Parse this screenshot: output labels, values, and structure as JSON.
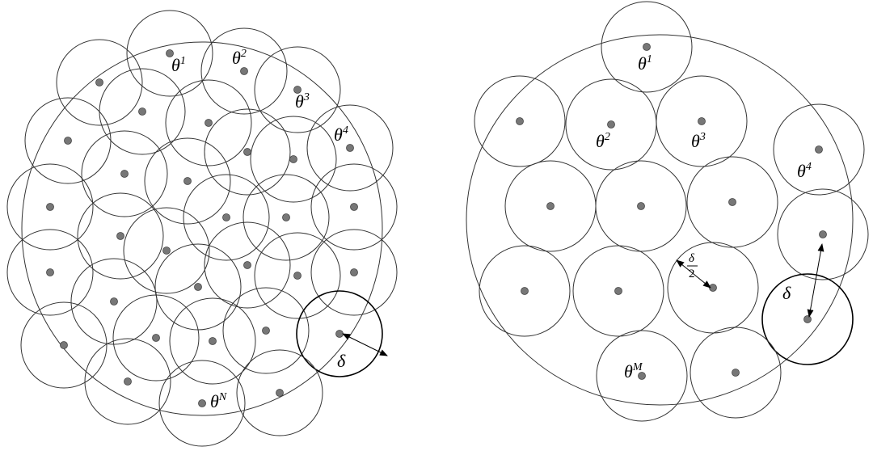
{
  "left_panel": {
    "labels": {
      "theta1": {
        "base": "θ",
        "sup": "1"
      },
      "theta2": {
        "base": "θ",
        "sup": "2"
      },
      "theta3": {
        "base": "θ",
        "sup": "3"
      },
      "theta4": {
        "base": "θ",
        "sup": "4"
      },
      "thetaN": {
        "base": "θ",
        "sup": "N"
      },
      "delta": "δ"
    }
  },
  "right_panel": {
    "labels": {
      "theta1": {
        "base": "θ",
        "sup": "1"
      },
      "theta2": {
        "base": "θ",
        "sup": "2"
      },
      "theta3": {
        "base": "θ",
        "sup": "3"
      },
      "theta4": {
        "base": "θ",
        "sup": "4"
      },
      "thetaM": {
        "base": "θ",
        "sup": "M"
      },
      "delta": "δ",
      "half_delta": {
        "num": "δ",
        "den": "2"
      }
    }
  },
  "colors": {
    "stroke": "#333333",
    "dot": "#777777"
  }
}
